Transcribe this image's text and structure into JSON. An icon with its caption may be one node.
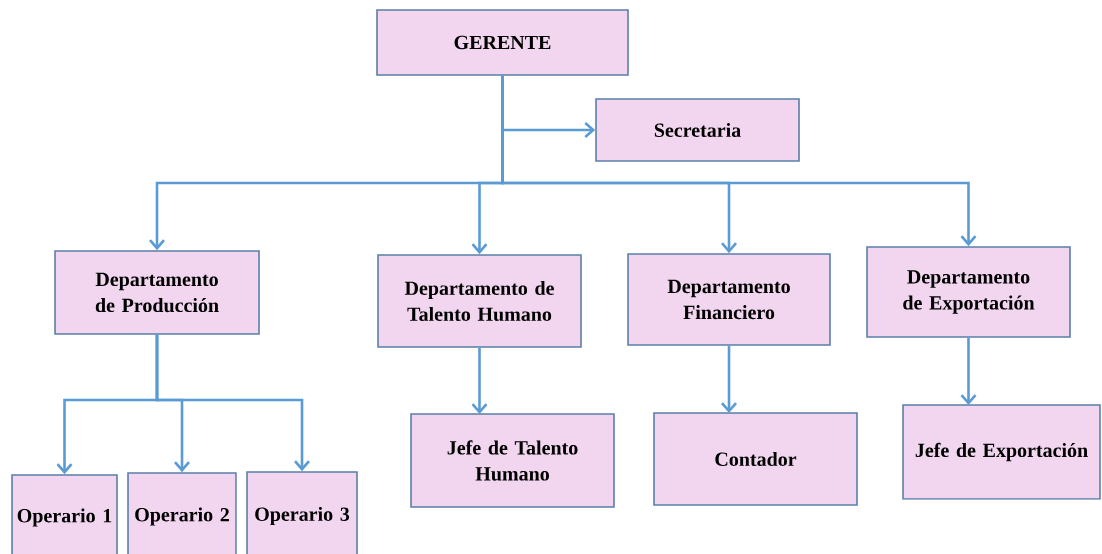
{
  "diagram": {
    "nodes": [
      {
        "text": [
          "GERENTE"
        ]
      },
      {
        "text": [
          "Secretaria"
        ]
      },
      {
        "text": [
          "Departamento de Producción"
        ]
      },
      {
        "text": [
          "Departamento de Talento Humano"
        ]
      },
      {
        "text": [
          "Departamento Financiero"
        ]
      },
      {
        "text": [
          "Departamento de Exportación"
        ]
      },
      {
        "text": [
          "Operario 1"
        ]
      },
      {
        "text": [
          "Operario 2"
        ]
      },
      {
        "text": [
          "Operario 3"
        ]
      },
      {
        "text": [
          "Jefe de Talento Humano"
        ]
      },
      {
        "text": [
          "Contador"
        ]
      },
      {
        "text": [
          "Jefe de Exportación"
        ]
      }
    ],
    "edges": [
      {
        "from": 0,
        "to": 1,
        "arrow": "to"
      },
      {
        "from": 0,
        "to": 2,
        "arrow": "to"
      },
      {
        "from": 0,
        "to": 3,
        "arrow": "to"
      },
      {
        "from": 0,
        "to": 4,
        "arrow": "to"
      },
      {
        "from": 0,
        "to": 5,
        "arrow": "to"
      },
      {
        "from": 2,
        "to": 6,
        "arrow": "to"
      },
      {
        "from": 2,
        "to": 7,
        "arrow": "to"
      },
      {
        "from": 2,
        "to": 8,
        "arrow": "to"
      },
      {
        "from": 3,
        "to": 9,
        "arrow": "to"
      },
      {
        "from": 4,
        "to": 10,
        "arrow": "to"
      },
      {
        "from": 5,
        "to": 11,
        "arrow": "to"
      }
    ]
  }
}
